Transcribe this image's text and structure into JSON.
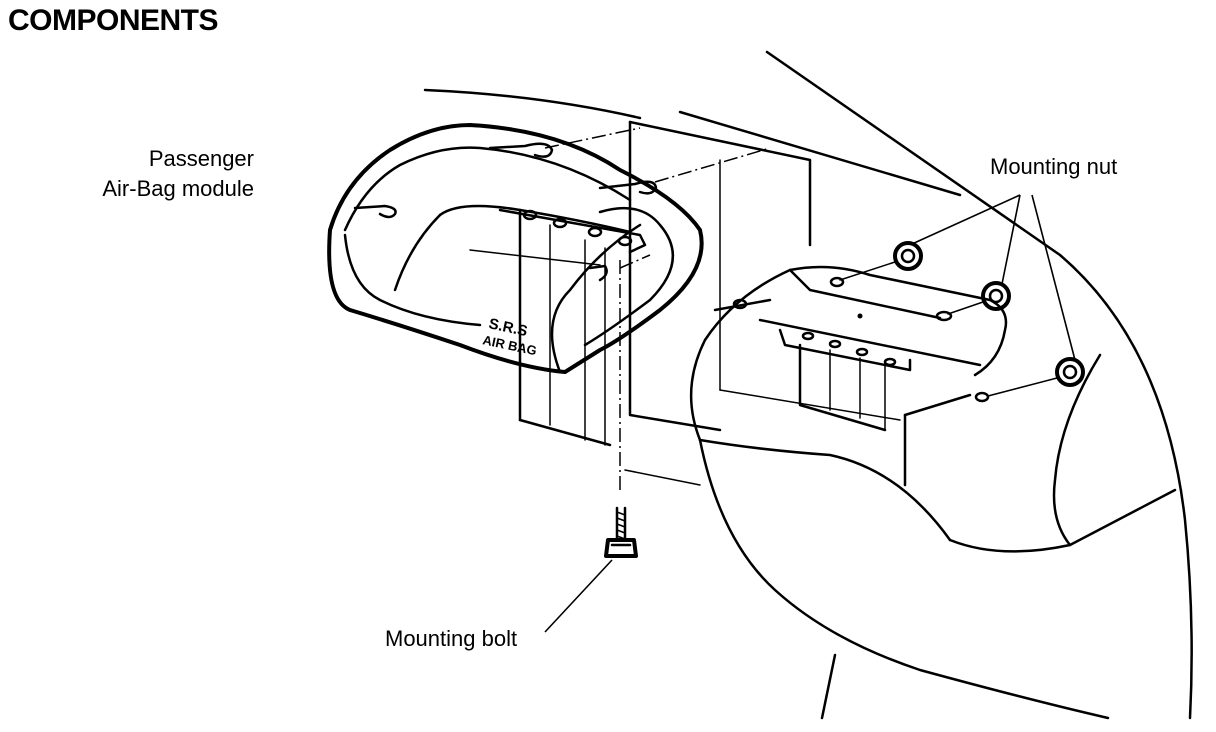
{
  "title": "COMPONENTS",
  "labels": {
    "module_line1": "Passenger",
    "module_line2": "Air-Bag module",
    "mounting_nut": "Mounting nut",
    "mounting_bolt": "Mounting bolt"
  },
  "module_marking_line1": "S.R.S",
  "module_marking_line2": "AIR BAG"
}
